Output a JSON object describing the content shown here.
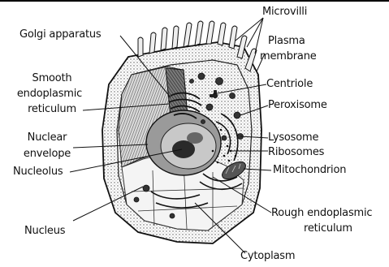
{
  "labels": {
    "golgi": "Golgi apparatus",
    "microvilli": "Microvilli",
    "plasma_1": "Plasma",
    "plasma_2": "membrane",
    "smooth_1": "Smooth",
    "smooth_2": "endoplasmic",
    "smooth_3": "reticulum",
    "centriole": "Centriole",
    "peroxisome": "Peroxisome",
    "nuclear_1": "Nuclear",
    "nuclear_2": "envelope",
    "lysosome": "Lysosome",
    "ribosomes": "Ribosomes",
    "nucleolus": "Nucleolus",
    "mitochondrion": "Mitochondrion",
    "nucleus": "Nucleus",
    "rough_1": "Rough endoplasmic",
    "rough_2": "reticulum",
    "cytoplasm": "Cytoplasm"
  }
}
